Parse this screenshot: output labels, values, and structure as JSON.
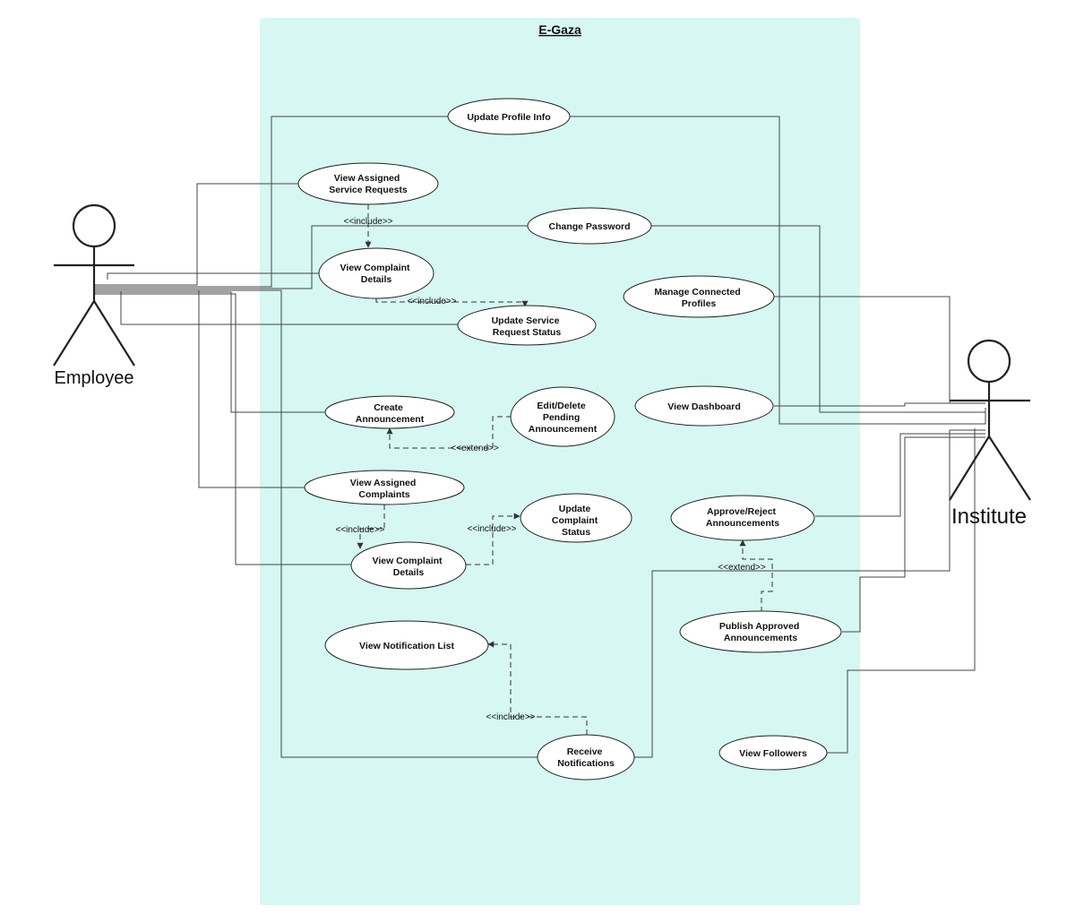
{
  "system": {
    "title": "E-Gaza"
  },
  "actors": {
    "employee": "Employee",
    "institute": "Institute"
  },
  "use_cases": {
    "update_profile": [
      "Update Profile Info"
    ],
    "view_assigned_service_requests": [
      "View Assigned",
      "Service Requests"
    ],
    "change_password": [
      "Change Password"
    ],
    "view_complaint_details_top": [
      "View Complaint",
      "Details"
    ],
    "manage_connected_profiles": [
      "Manage Connected",
      "Profiles"
    ],
    "update_service_request_status": [
      "Update Service",
      "Request Status"
    ],
    "create_announcement": [
      "Create",
      "Announcement"
    ],
    "edit_delete_pending": [
      "Edit/Delete",
      "Pending",
      "Announcement"
    ],
    "view_dashboard": [
      "View Dashboard"
    ],
    "view_assigned_complaints": [
      "View Assigned",
      "Complaints"
    ],
    "update_complaint_status": [
      "Update",
      "Complaint",
      "Status"
    ],
    "approve_reject": [
      "Approve/Reject",
      "Announcements"
    ],
    "view_complaint_details_bottom": [
      "View Complaint",
      "Details"
    ],
    "publish_approved": [
      "Publish Approved",
      "Announcements"
    ],
    "view_notification_list": [
      "View Notification List"
    ],
    "receive_notifications": [
      "Receive",
      "Notifications"
    ],
    "view_followers": [
      "View Followers"
    ]
  },
  "relations": {
    "include_1": "<<include>>",
    "include_2": "<<include>>",
    "extend_1": "<<extend>>",
    "include_3": "<<include>>",
    "include_4": "<<include>>",
    "extend_2": "<<extend>>",
    "include_5": "<<include>>"
  },
  "colors": {
    "system_bg": "#d6f7f2",
    "line": "#444444",
    "use_case_fill": "#ffffff"
  }
}
